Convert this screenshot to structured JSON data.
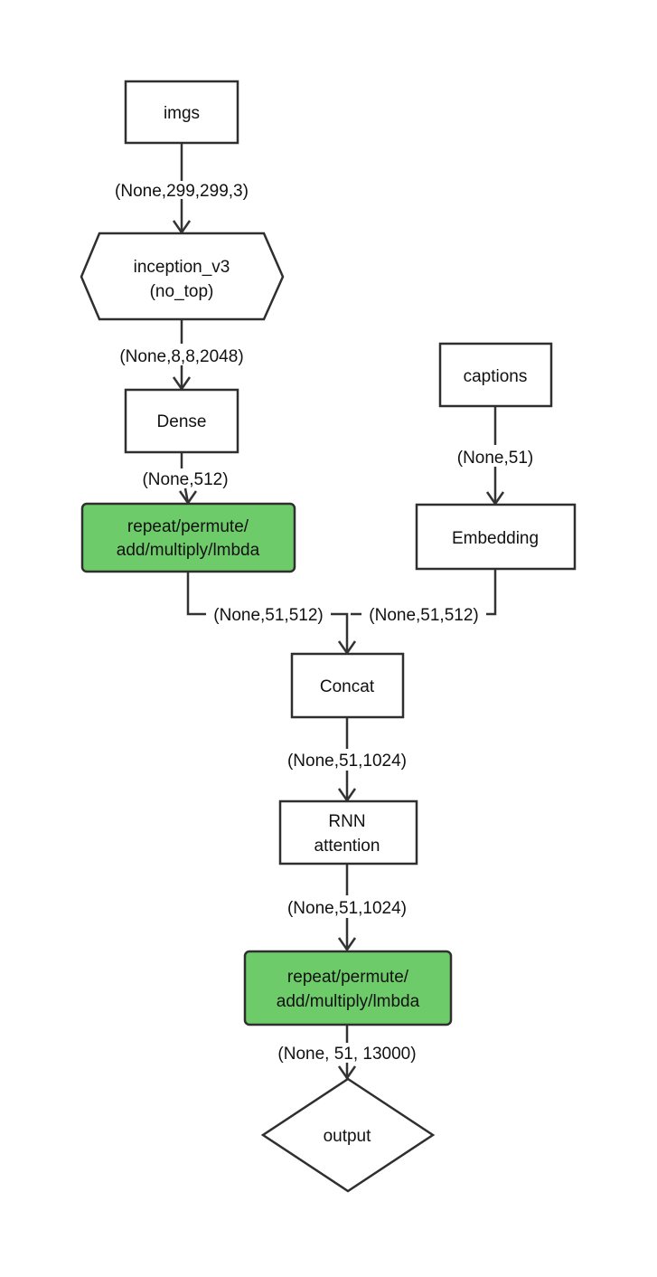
{
  "colors": {
    "node_fill": "#ffffff",
    "highlight_fill": "#6ecb6a",
    "stroke": "#2f2f2f"
  },
  "nodes": {
    "imgs": {
      "lines": [
        "imgs"
      ]
    },
    "inception": {
      "lines": [
        "inception_v3",
        "(no_top)"
      ]
    },
    "dense": {
      "lines": [
        "Dense"
      ]
    },
    "repeat1": {
      "lines": [
        "repeat/permute/",
        "add/multiply/lmbda"
      ]
    },
    "captions": {
      "lines": [
        "captions"
      ]
    },
    "embedding": {
      "lines": [
        "Embedding"
      ]
    },
    "concat": {
      "lines": [
        "Concat"
      ]
    },
    "rnn": {
      "lines": [
        "RNN",
        "attention"
      ]
    },
    "repeat2": {
      "lines": [
        "repeat/permute/",
        "add/multiply/lmbda"
      ]
    },
    "output": {
      "lines": [
        "output"
      ]
    }
  },
  "edges": {
    "imgs_to_inception": "(None,299,299,3)",
    "inception_to_dense": "(None,8,8,2048)",
    "dense_to_repeat1": "(None,512)",
    "repeat1_to_concat": "(None,51,512)",
    "captions_to_embedding": "(None,51)",
    "embedding_to_concat": "(None,51,512)",
    "concat_to_rnn": "(None,51,1024)",
    "rnn_to_repeat2": "(None,51,1024)",
    "repeat2_to_output": "(None, 51, 13000)"
  }
}
